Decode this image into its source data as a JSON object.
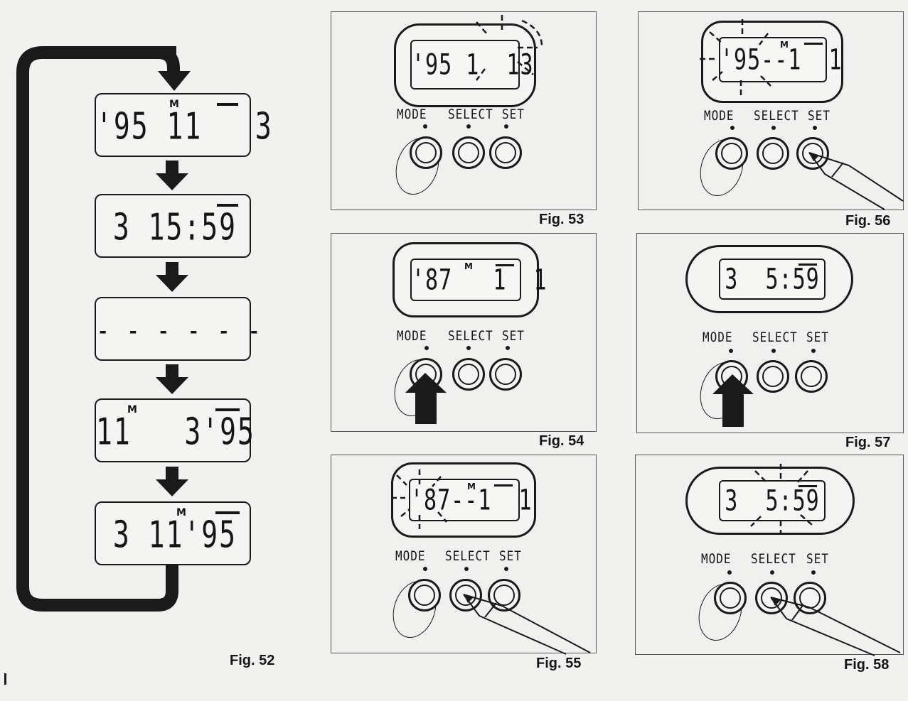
{
  "figures": {
    "fig52": {
      "label": "Fig. 52",
      "displays": [
        {
          "text": "'95 11   3",
          "m_mark": "M"
        },
        {
          "text": "3 15:59"
        },
        {
          "text": "- - - - - -"
        },
        {
          "text": "11   3'95",
          "m_mark": "M"
        },
        {
          "text": "3 11'95",
          "m_mark": "M"
        }
      ]
    },
    "fig53": {
      "label": "Fig. 53",
      "display": "'95 1  13",
      "buttons": [
        "MODE",
        "SELECT",
        "SET"
      ]
    },
    "fig54": {
      "label": "Fig. 54",
      "display": "'87   1  1",
      "m_mark": "M",
      "buttons": [
        "MODE",
        "SELECT",
        "SET"
      ]
    },
    "fig55": {
      "label": "Fig. 55",
      "display": "'87--1  1",
      "m_mark": "M",
      "buttons": [
        "MODE",
        "SELECT",
        "SET"
      ]
    },
    "fig56": {
      "label": "Fig. 56",
      "display": "'95--1  1",
      "m_mark": "M",
      "buttons": [
        "MODE",
        "SELECT",
        "SET"
      ]
    },
    "fig57": {
      "label": "Fig. 57",
      "display": "3  5:59",
      "buttons": [
        "MODE",
        "SELECT",
        "SET"
      ]
    },
    "fig58": {
      "label": "Fig. 58",
      "display": "3  5:59",
      "buttons": [
        "MODE",
        "SELECT",
        "SET"
      ]
    }
  },
  "colors": {
    "ink": "#1a1a1a",
    "paper": "#f1f1ef"
  }
}
